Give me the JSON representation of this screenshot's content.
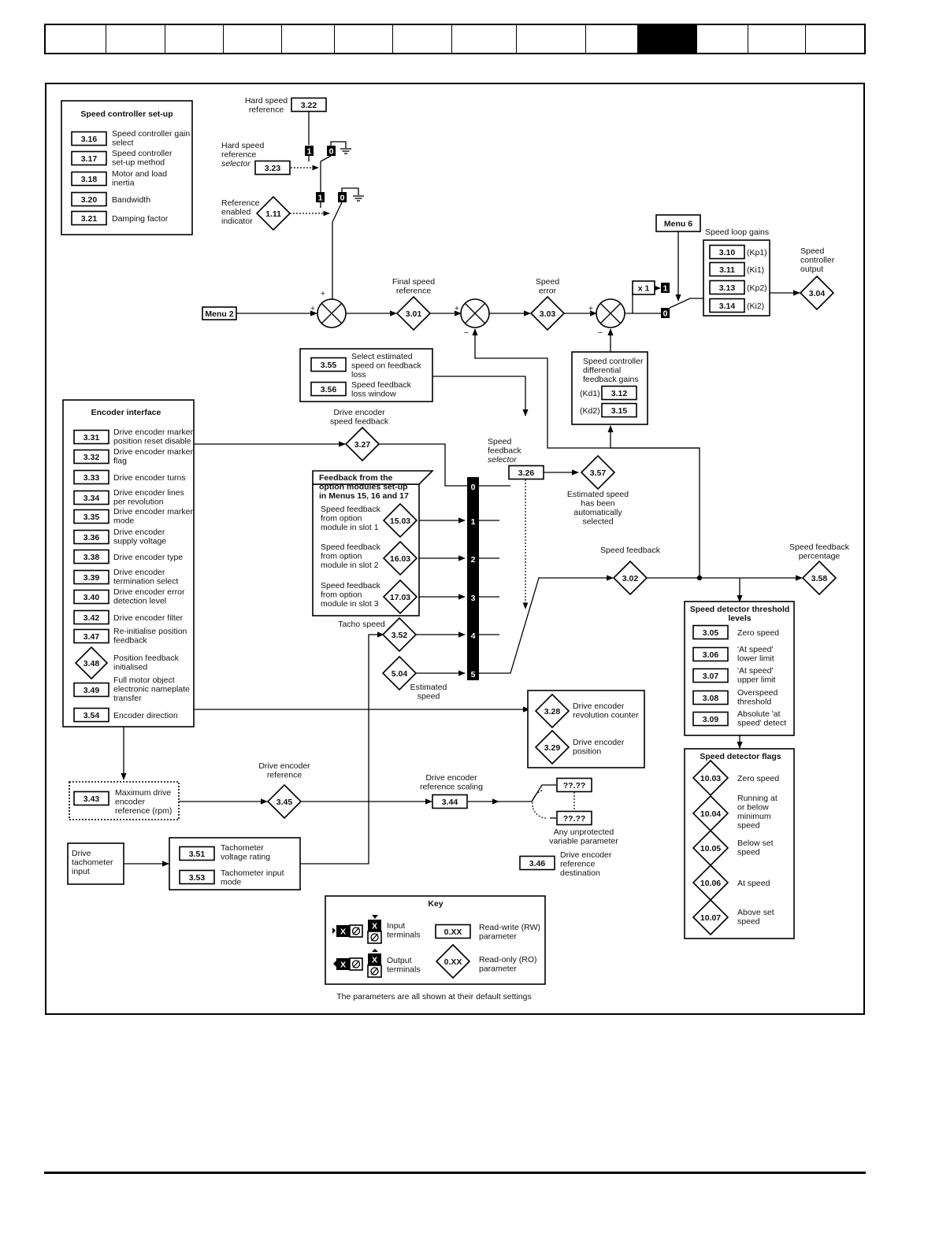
{
  "header_tabs": 14,
  "setup": {
    "title": "Speed controller set-up",
    "items": [
      {
        "param": "3.16",
        "label": [
          "Speed controller gain",
          "select"
        ]
      },
      {
        "param": "3.17",
        "label": [
          "Speed controller",
          "set-up method"
        ]
      },
      {
        "param": "3.18",
        "label": [
          "Motor and load",
          "inertia"
        ]
      },
      {
        "param": "3.20",
        "label": [
          "Bandwidth"
        ]
      },
      {
        "param": "3.21",
        "label": [
          "Damping factor"
        ]
      }
    ]
  },
  "hard_speed_ref": {
    "label": [
      "Hard speed",
      "reference"
    ],
    "param": "3.22"
  },
  "hard_speed_sel": {
    "label": [
      "Hard speed",
      "reference"
    ],
    "label_it": "selector",
    "param": "3.23"
  },
  "ref_enabled": {
    "label": [
      "Reference",
      "enabled",
      "indicator"
    ],
    "param": "1.11"
  },
  "switch_labels": {
    "one": "1",
    "zero": "0"
  },
  "menu2": "Menu 2",
  "menu6": "Menu 6",
  "final_speed_ref": {
    "label": [
      "Final speed",
      "reference"
    ],
    "param": "3.01"
  },
  "speed_error": {
    "label": [
      "Speed",
      "error"
    ],
    "param": "3.03"
  },
  "x1": "x 1",
  "speed_loop_gains": {
    "title": "Speed loop gains",
    "items": [
      {
        "param": "3.10",
        "tag": "(Kp1)"
      },
      {
        "param": "3.11",
        "tag": "(Ki1)"
      },
      {
        "param": "3.13",
        "tag": "(Kp2)"
      },
      {
        "param": "3.14",
        "tag": "(Ki2)"
      }
    ]
  },
  "ctrl_output": {
    "label": [
      "Speed",
      "controller",
      "output"
    ],
    "param": "3.04"
  },
  "diff_gains": {
    "label": [
      "Speed controller",
      "differential",
      "feedback gains"
    ],
    "items": [
      {
        "tag": "(Kd1)",
        "param": "3.12"
      },
      {
        "tag": "(Kd2)",
        "param": "3.15"
      }
    ]
  },
  "est_box": {
    "items": [
      {
        "param": "3.55",
        "label": [
          "Select estimated",
          "speed on feedback",
          "loss"
        ]
      },
      {
        "param": "3.56",
        "label": [
          "Speed feedback",
          "loss window"
        ]
      }
    ]
  },
  "encoder": {
    "title": "Encoder interface",
    "items": [
      {
        "param": "3.31",
        "label": [
          "Drive encoder marker",
          "position reset disable"
        ]
      },
      {
        "param": "3.32",
        "label": [
          "Drive encoder marker",
          "flag"
        ]
      },
      {
        "param": "3.33",
        "label": [
          "Drive encoder turns"
        ]
      },
      {
        "param": "3.34",
        "label": [
          "Drive encoder lines",
          "per revolution"
        ]
      },
      {
        "param": "3.35",
        "label": [
          "Drive encoder marker",
          "mode"
        ]
      },
      {
        "param": "3.36",
        "label": [
          "Drive encoder",
          "supply voltage"
        ]
      },
      {
        "param": "3.38",
        "label": [
          "Drive encoder type"
        ]
      },
      {
        "param": "3.39",
        "label": [
          "Drive encoder",
          "termination select"
        ]
      },
      {
        "param": "3.40",
        "label": [
          "Drive encoder error",
          "detection level"
        ]
      },
      {
        "param": "3.42",
        "label": [
          "Drive encoder filter"
        ]
      },
      {
        "param": "3.47",
        "label": [
          "Re-initialise position",
          "feedback"
        ]
      },
      {
        "param": "3.48",
        "label": [
          "Position feedback",
          "initialised"
        ],
        "diamond": true
      },
      {
        "param": "3.49",
        "label": [
          "Full motor object",
          "electronic nameplate",
          "transfer"
        ]
      },
      {
        "param": "3.54",
        "label": [
          "Encoder direction"
        ]
      }
    ]
  },
  "enc_speed_fb": {
    "label": [
      "Drive encoder",
      "speed feedback"
    ],
    "param": "3.27"
  },
  "sf_selector": {
    "label": [
      "Speed",
      "feedback"
    ],
    "label_it": "selector",
    "param": "3.26"
  },
  "est_auto": {
    "label": [
      "Estimated speed",
      "has been",
      "automatically",
      "selected"
    ],
    "param": "3.57"
  },
  "option_fb": {
    "title": [
      "Feedback from the",
      "option modules set-up",
      "in Menus 15, 16 and 17"
    ],
    "items": [
      {
        "param": "15.03",
        "label": [
          "Speed feedback",
          "from option",
          "module in slot 1"
        ]
      },
      {
        "param": "16.03",
        "label": [
          "Speed feedback",
          "from option",
          "module in slot 2"
        ]
      },
      {
        "param": "17.03",
        "label": [
          "Speed feedback",
          "from option",
          "module in slot 3"
        ]
      }
    ]
  },
  "tacho_speed": {
    "label": "Tacho speed",
    "param": "3.52"
  },
  "est_speed": {
    "label": [
      "Estimated",
      "speed"
    ],
    "param": "5.04"
  },
  "selector_numbers": [
    "0",
    "1",
    "2",
    "3",
    "4",
    "5"
  ],
  "speed_fb": {
    "label": "Speed feedback",
    "param": "3.02"
  },
  "speed_fb_pct": {
    "label": [
      "Speed feedback",
      "percentage"
    ],
    "param": "3.58"
  },
  "thresholds": {
    "title": [
      "Speed detector threshold",
      "levels"
    ],
    "items": [
      {
        "param": "3.05",
        "label": [
          "Zero speed"
        ]
      },
      {
        "param": "3.06",
        "label": [
          "'At speed'",
          "lower limit"
        ]
      },
      {
        "param": "3.07",
        "label": [
          "'At speed'",
          "upper limit"
        ]
      },
      {
        "param": "3.08",
        "label": [
          "Overspeed",
          "threshold"
        ]
      },
      {
        "param": "3.09",
        "label": [
          "Absolute 'at",
          "speed' detect"
        ]
      }
    ]
  },
  "flags": {
    "title": "Speed detector flags",
    "items": [
      {
        "param": "10.03",
        "label": [
          "Zero speed"
        ]
      },
      {
        "param": "10.04",
        "label": [
          "Running at",
          "or below",
          "minimum",
          "speed"
        ]
      },
      {
        "param": "10.05",
        "label": [
          "Below set",
          "speed"
        ]
      },
      {
        "param": "10.06",
        "label": [
          "At speed"
        ]
      },
      {
        "param": "10.07",
        "label": [
          "Above set",
          "speed"
        ]
      }
    ]
  },
  "rev_box": {
    "items": [
      {
        "param": "3.28",
        "label": [
          "Drive encoder",
          "revolution counter"
        ]
      },
      {
        "param": "3.29",
        "label": [
          "Drive encoder",
          "position"
        ]
      }
    ]
  },
  "max_enc": {
    "param": "3.43",
    "label": [
      "Maximum drive",
      "encoder",
      "reference (rpm)"
    ]
  },
  "enc_ref": {
    "label": [
      "Drive encoder",
      "reference"
    ],
    "param": "3.45"
  },
  "enc_ref_scaling": {
    "label": [
      "Drive encoder",
      "reference scaling"
    ],
    "param": "3.44"
  },
  "dest_q": "??.??",
  "any_unprot": [
    "Any unprotected",
    "variable parameter"
  ],
  "enc_ref_dest": {
    "param": "3.46",
    "label": [
      "Drive encoder",
      "reference",
      "destination"
    ]
  },
  "tacho_input": [
    "Drive",
    "tachometer",
    "input"
  ],
  "tacho_box": {
    "items": [
      {
        "param": "3.51",
        "label": [
          "Tachometer",
          "voltage rating"
        ]
      },
      {
        "param": "3.53",
        "label": [
          "Tachometer input",
          "mode"
        ]
      }
    ]
  },
  "key": {
    "title": "Key",
    "x": "X",
    "input": [
      "Input",
      "terminals"
    ],
    "output": [
      "Output",
      "terminals"
    ],
    "rw_param": "0.XX",
    "rw": [
      "Read-write (RW)",
      "parameter"
    ],
    "ro_param": "0.XX",
    "ro": [
      "Read-only (RO)",
      "parameter"
    ]
  },
  "footnote": "The parameters are all shown at their default settings",
  "signs": {
    "plus": "+",
    "minus": "−"
  }
}
